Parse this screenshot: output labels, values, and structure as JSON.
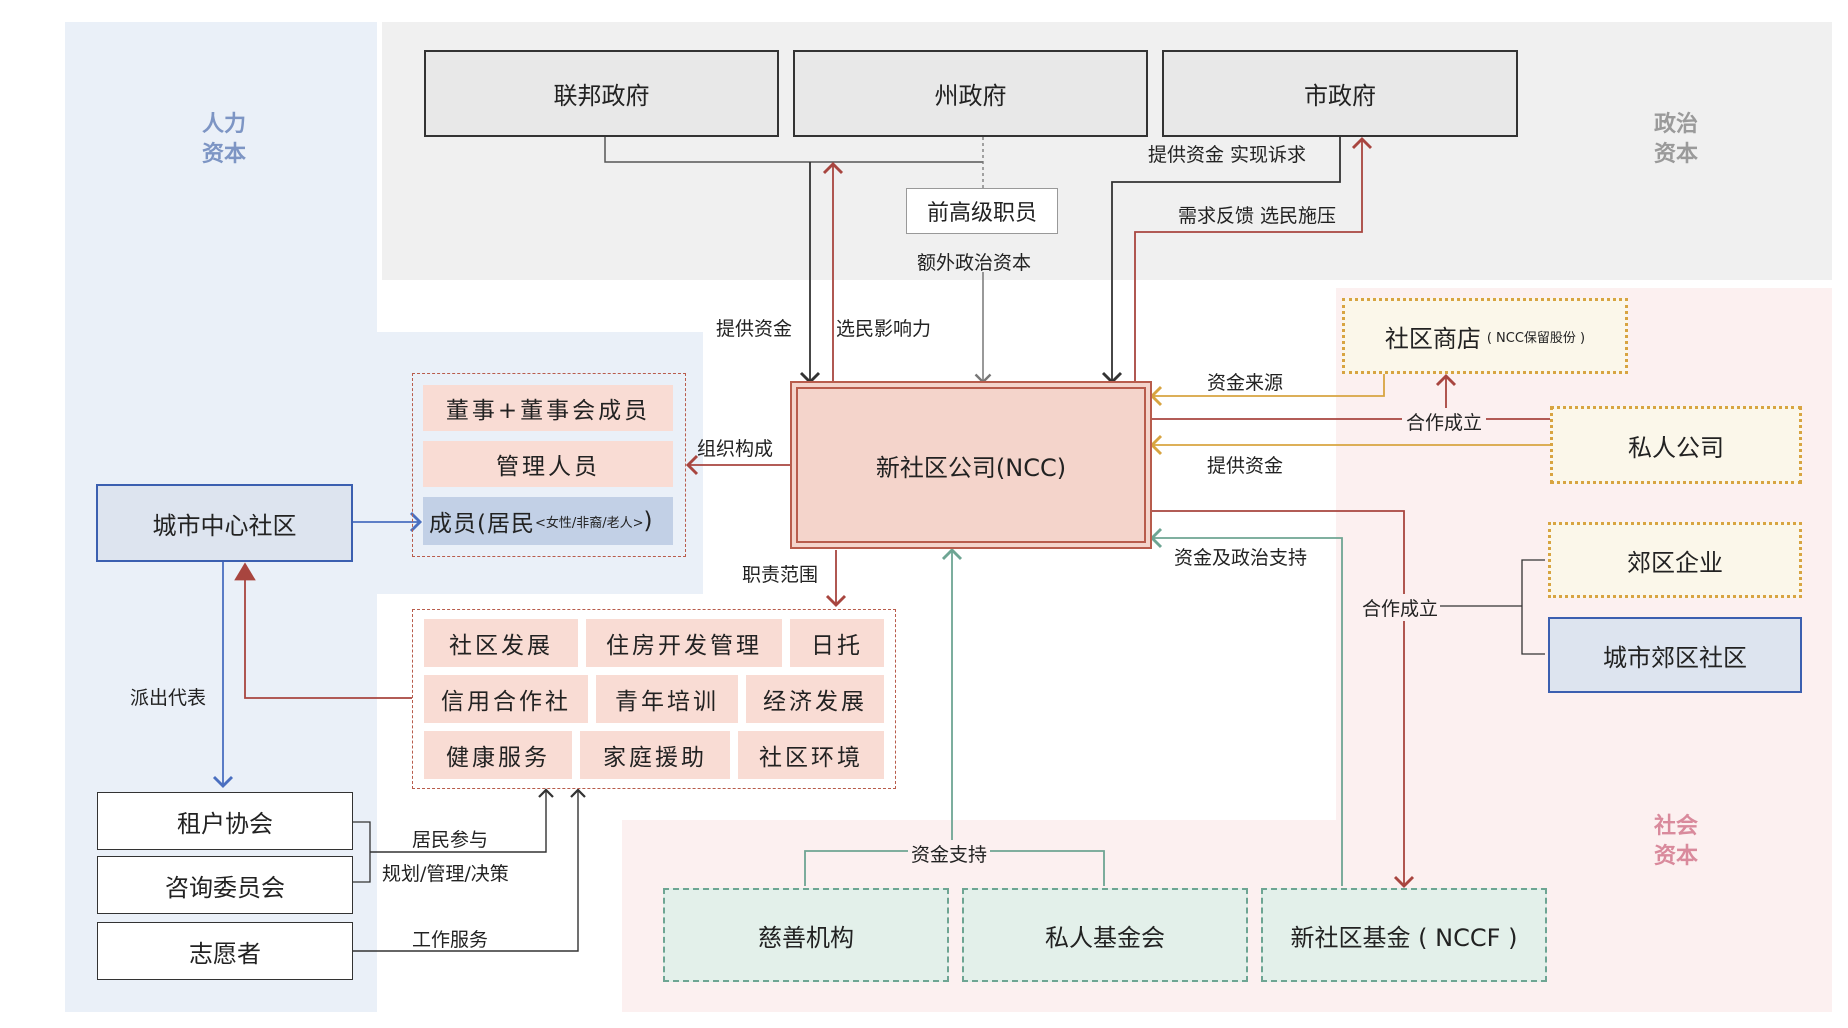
{
  "zones": {
    "human_capital": "人力\n资本",
    "political_capital": "政治\n资本",
    "social_capital": "社会\n资本"
  },
  "government": {
    "federal": "联邦政府",
    "state": "州政府",
    "city": "市政府",
    "former_staff": "前高级职员",
    "extra_political": "额外政治资本",
    "funding_advocacy": "提供资金  实现诉求",
    "feedback_pressure": "需求反馈  选民施压",
    "provide_funds": "提供资金",
    "voter_influence": "选民影响力"
  },
  "ncc": {
    "name": "新社区公司(NCC)",
    "org_structure": "组织构成",
    "scope": "职责范围"
  },
  "org": {
    "board": "董事+董事会成员",
    "managers": "管理人员",
    "members": "成员(居民",
    "members_note": "<女性/非裔/老人>",
    "members_close": ")"
  },
  "scope_items": [
    [
      "社区发展",
      "住房开发管理",
      "日托"
    ],
    [
      "信用合作社",
      "青年培训",
      "经济发展"
    ],
    [
      "健康服务",
      "家庭援助",
      "社区环境"
    ]
  ],
  "community": {
    "inner_city": "城市中心社区",
    "delegate": "派出代表",
    "tenants": "租户协会",
    "advisory": "咨询委员会",
    "volunteers": "志愿者",
    "participation": "居民参与",
    "planning": "规划/管理/决策",
    "work_service": "工作服务"
  },
  "social": {
    "store": "社区商店",
    "store_note": "( NCC保留股份 )",
    "private_company": "私人公司",
    "suburban_business": "郊区企业",
    "suburban_community": "城市郊区社区",
    "fund_source": "资金来源",
    "cooperation1": "合作成立",
    "provide_funds": "提供资金",
    "fund_political": "资金及政治支持",
    "cooperation2": "合作成立",
    "funding_support": "资金支持",
    "charity": "慈善机构",
    "private_foundation": "私人基金会",
    "nccf": "新社区基金 ( NCCF )"
  },
  "colors": {
    "human_bg": "#eaf0f8",
    "political_bg": "#f0f0f0",
    "social_bg": "#fcf0f0",
    "human_title": "#7d95c4",
    "political_title": "#9a9a9a",
    "social_title": "#d98a9c",
    "red_arrow": "#a8453f",
    "blue_arrow": "#4a6fc0",
    "gold_arrow": "#d8a441",
    "green_arrow": "#6ea593"
  }
}
